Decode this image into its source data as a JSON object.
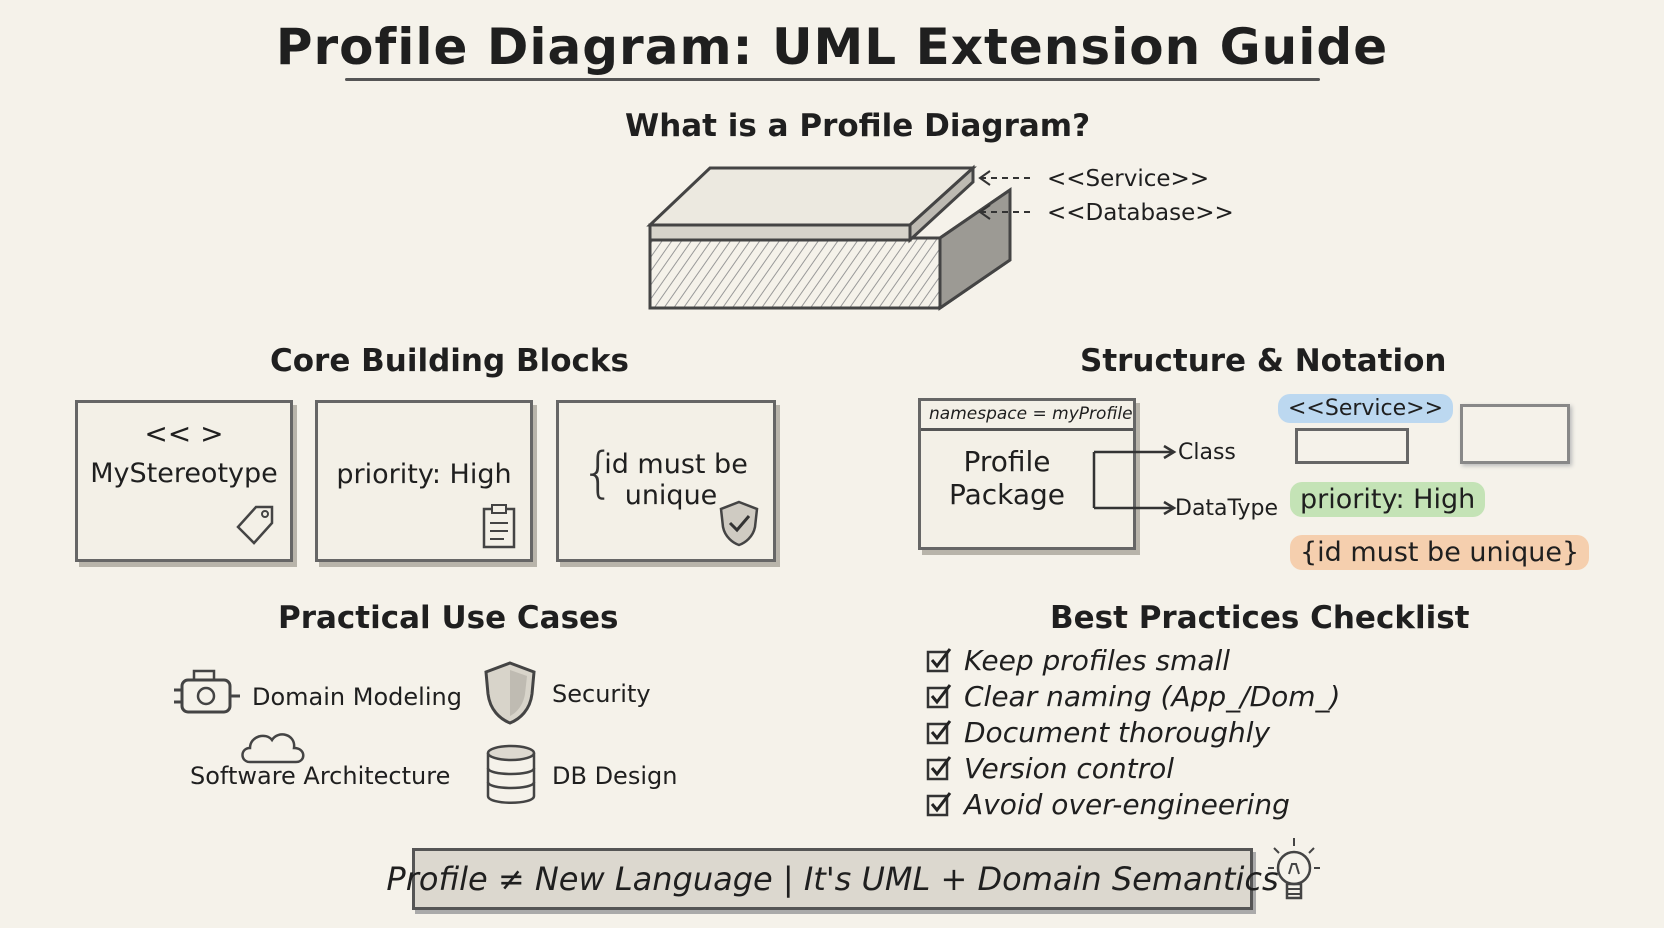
{
  "title": "Profile Diagram: UML Extension Guide",
  "what_is": {
    "heading": "What is a Profile Diagram?",
    "service_label": "<<Service>>",
    "database_label": "<<Database>>"
  },
  "core": {
    "heading": "Core Building Blocks",
    "stereotype_symbol": "<< >",
    "stereotype_label": "MyStereotype",
    "tagged_value": "priority: High",
    "constraint_line1": "id must be",
    "constraint_line2": "unique"
  },
  "structure": {
    "heading": "Structure & Notation",
    "namespace_tab": "namespace = myProfile",
    "package_line1": "Profile",
    "package_line2": "Package",
    "class_label": "Class",
    "datatype_label": "DataType",
    "service_tag": "<<Service>>",
    "tagged_value": "priority: High",
    "constraint": "{id must be unique}",
    "colors": {
      "service": "#bcd8f0",
      "tagged": "#c4e3b6",
      "constraint": "#f5cfae"
    }
  },
  "use_cases": {
    "heading": "Practical Use Cases",
    "items": [
      "Domain Modeling",
      "Security",
      "Software Architecture",
      "DB Design"
    ]
  },
  "best_practices": {
    "heading": "Best Practices Checklist",
    "items": [
      "Keep profiles small",
      "Clear naming (App_/Dom_)",
      "Document thoroughly",
      "Version control",
      "Avoid over-engineering"
    ]
  },
  "banner": "Profile ≠ New Language | It's UML + Domain Semantics"
}
